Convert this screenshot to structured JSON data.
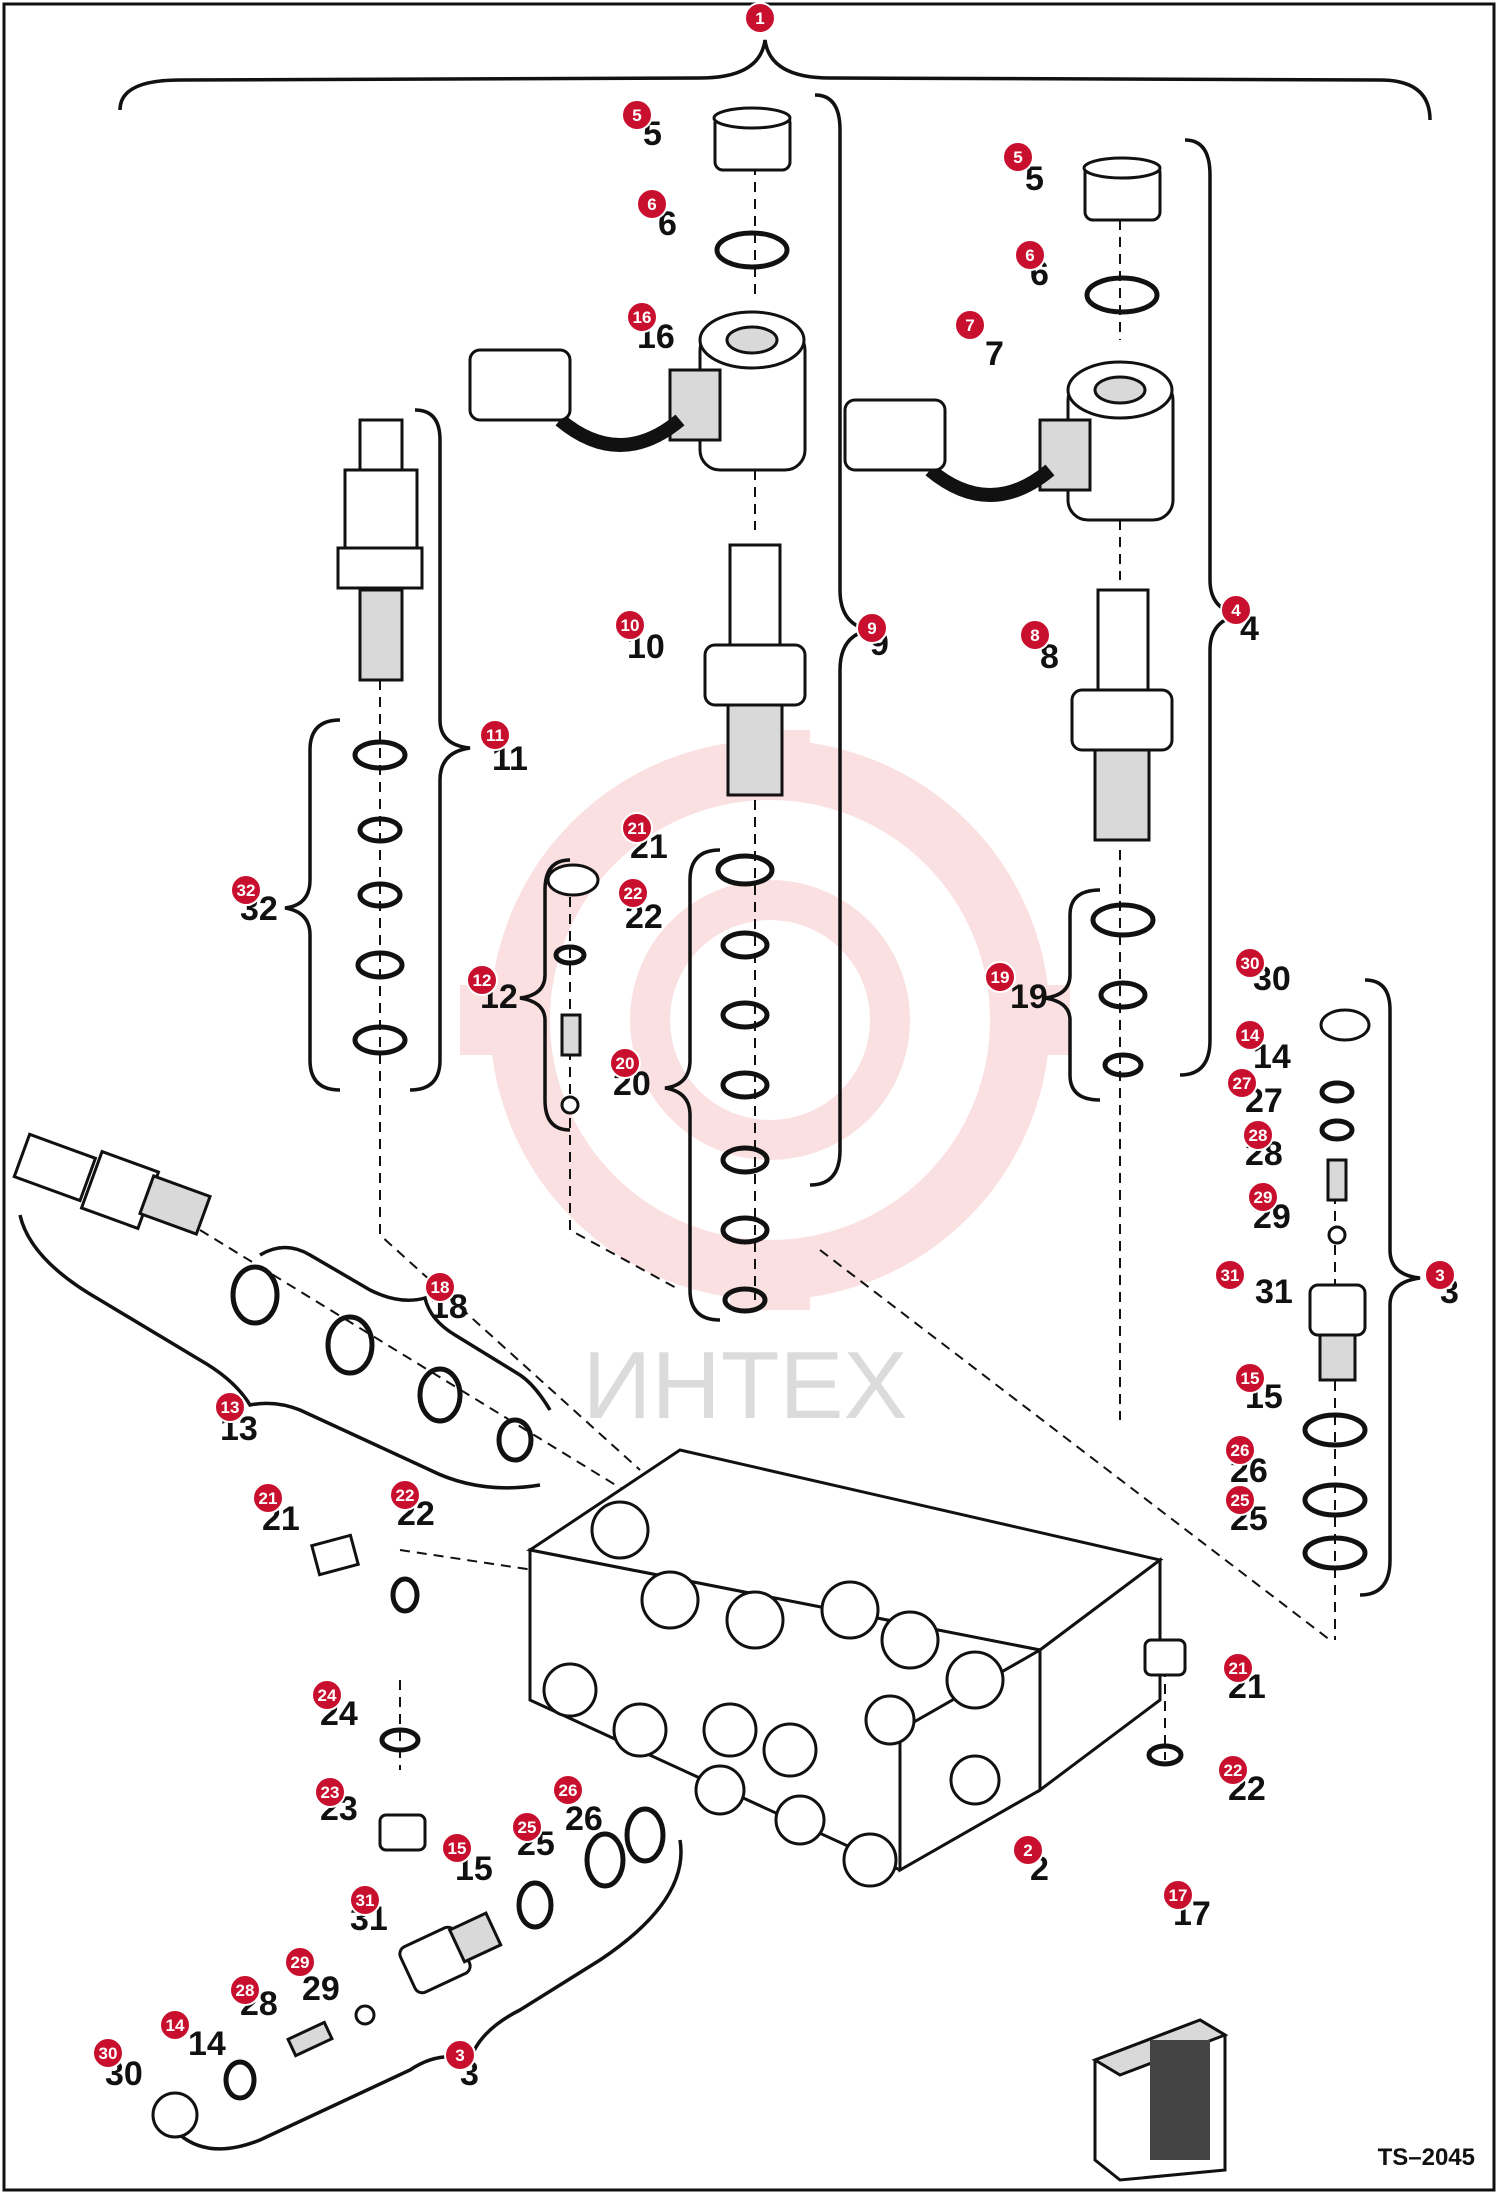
{
  "diagram": {
    "drawing_number": "TS–2045",
    "watermark_text": "ИНТЕХ",
    "callout_color": "#c8102e",
    "callouts": [
      "1",
      "5",
      "6",
      "16",
      "5",
      "6",
      "7",
      "11",
      "32",
      "10",
      "9",
      "8",
      "4",
      "21",
      "22",
      "12",
      "20",
      "19",
      "30",
      "14",
      "27",
      "28",
      "29",
      "31",
      "3",
      "18",
      "13",
      "15",
      "26",
      "25",
      "21",
      "22",
      "24",
      "23",
      "26",
      "25",
      "15",
      "31",
      "29",
      "28",
      "14",
      "30",
      "3",
      "2",
      "21",
      "22",
      "17"
    ],
    "labels": [
      "5",
      "6",
      "16",
      "5",
      "6",
      "7",
      "11",
      "32",
      "10",
      "9",
      "8",
      "4",
      "21",
      "22",
      "12",
      "20",
      "19",
      "30",
      "14",
      "27",
      "28",
      "29",
      "31",
      "3",
      "18",
      "13",
      "15",
      "26",
      "25",
      "21",
      "22",
      "24",
      "23",
      "26",
      "25",
      "15",
      "31",
      "29",
      "28",
      "14",
      "30",
      "3",
      "2",
      "21",
      "22",
      "17"
    ]
  }
}
